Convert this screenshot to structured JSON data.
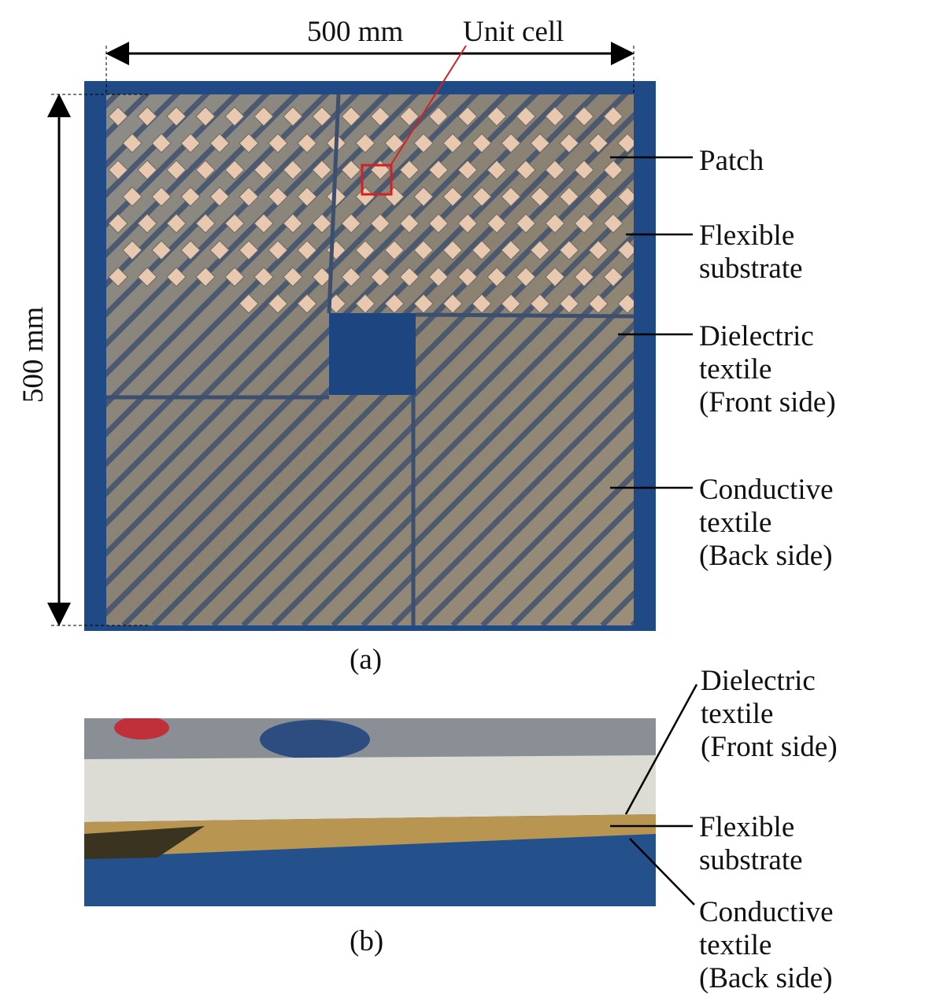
{
  "dimensions": {
    "width_label": "500 mm",
    "height_label": "500 mm"
  },
  "callout": "Unit cell",
  "panel_a": {
    "caption": "(a)",
    "labels": [
      {
        "lines": [
          "Patch"
        ]
      },
      {
        "lines": [
          "Flexible",
          "substrate"
        ]
      },
      {
        "lines": [
          "Dielectric",
          "textile",
          "(Front side)"
        ]
      },
      {
        "lines": [
          "Conductive",
          "textile",
          "(Back side)"
        ]
      }
    ]
  },
  "panel_b": {
    "caption": "(b)",
    "labels": [
      {
        "lines": [
          "Dielectric",
          "textile",
          "(Front side)"
        ]
      },
      {
        "lines": [
          "Flexible",
          "substrate"
        ]
      },
      {
        "lines": [
          "Conductive",
          "textile",
          "(Back side)"
        ]
      }
    ]
  },
  "colors": {
    "backing": "#1f4a86",
    "fabric": "#8a857a",
    "patch": "#e8c9b0",
    "highlight": "#d42020"
  }
}
